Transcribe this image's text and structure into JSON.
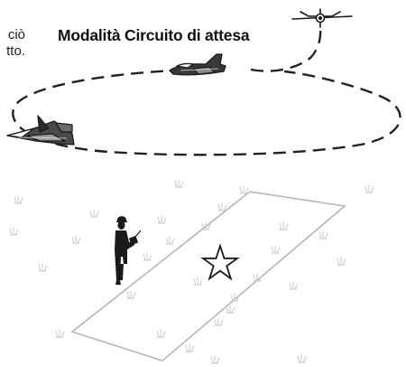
{
  "figure": {
    "title": "Modalità Circuito di attesa",
    "clipped_text_lines": [
      "ciò",
      "tto."
    ]
  },
  "icons": {
    "top_plane": "aircraft-front-view-icon",
    "middle_plane": "aircraft-side-icon",
    "left_plane": "aircraft-banking-icon",
    "pilot": "pilot-with-transmitter-icon",
    "center": "star-icon",
    "grass": "grass-tuft-icon"
  },
  "colors": {
    "ink": "#1a1a1a",
    "path": "#222222",
    "field": "#b5b5b5",
    "grass": "#c9c9c9"
  }
}
